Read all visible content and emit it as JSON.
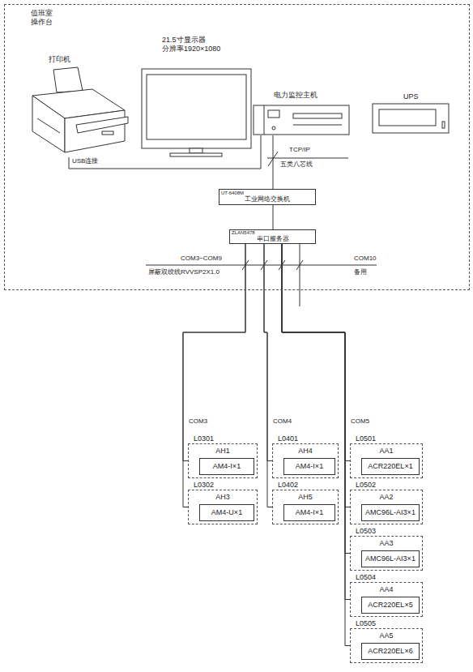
{
  "diagram": {
    "nodes": [
      {
        "text": [
          "值班室 操作台"
        ]
      },
      {
        "text": [
          "打印机"
        ],
        "in": 0
      },
      {
        "text": [
          "21.5寸显示器 分辨率1920×1080"
        ],
        "in": 0
      },
      {
        "text": [
          "电力监控主机"
        ],
        "in": 0
      },
      {
        "text": [
          "UPS"
        ],
        "in": 0
      },
      {
        "text": [
          "UT-6408M",
          "工业网络交换机"
        ],
        "in": 0
      },
      {
        "text": [
          "ZLAN5478",
          "串口服务器"
        ],
        "in": 0
      },
      {
        "text": [
          "L0301",
          "AH1"
        ]
      },
      {
        "text": [
          "AM4-I×1"
        ],
        "in": 7
      },
      {
        "text": [
          "L0302",
          "AH3"
        ]
      },
      {
        "text": [
          "AM4-U×1"
        ],
        "in": 9
      },
      {
        "text": [
          "L0401",
          "AH4"
        ]
      },
      {
        "text": [
          "AM4-I×1"
        ],
        "in": 11
      },
      {
        "text": [
          "L0402",
          "AH5"
        ]
      },
      {
        "text": [
          "AM4-I×1"
        ],
        "in": 13
      },
      {
        "text": [
          "L0501",
          "AA1"
        ]
      },
      {
        "text": [
          "ACR220EL×1"
        ],
        "in": 15
      },
      {
        "text": [
          "L0502",
          "AA2"
        ]
      },
      {
        "text": [
          "AMC96L-AI3×1"
        ],
        "in": 17
      },
      {
        "text": [
          "L0503",
          "AA3"
        ]
      },
      {
        "text": [
          "AMC96L-AI3×1"
        ],
        "in": 19
      },
      {
        "text": [
          "L0504",
          "AA4"
        ]
      },
      {
        "text": [
          "ACR220EL×5"
        ],
        "in": 21
      },
      {
        "text": [
          "L0505",
          "AA5"
        ]
      },
      {
        "text": [
          "ACR220EL×6"
        ],
        "in": 23
      }
    ],
    "edges": [
      {
        "from": 1,
        "to": 3,
        "arrow": "none"
      },
      {
        "from": 3,
        "to": 5,
        "arrow": "none"
      },
      {
        "from": 5,
        "to": 6,
        "arrow": "none"
      },
      {
        "from": 6,
        "to": 7,
        "arrow": "none"
      },
      {
        "from": 6,
        "to": 9,
        "arrow": "none"
      },
      {
        "from": 6,
        "to": 11,
        "arrow": "none"
      },
      {
        "from": 6,
        "to": 13,
        "arrow": "none"
      },
      {
        "from": 6,
        "to": 15,
        "arrow": "none"
      },
      {
        "from": 6,
        "to": 17,
        "arrow": "none"
      },
      {
        "from": 6,
        "to": 19,
        "arrow": "none"
      },
      {
        "from": 6,
        "to": 21,
        "arrow": "none"
      },
      {
        "from": 6,
        "to": 23,
        "arrow": "none"
      }
    ],
    "labels": [
      "USB连接",
      "TCP/IP",
      "五类八芯线",
      "COM3~COM9",
      "屏蔽双绞线RVVSP2X1.0",
      "COM10",
      "备用",
      "COM3",
      "COM4",
      "COM5"
    ]
  }
}
